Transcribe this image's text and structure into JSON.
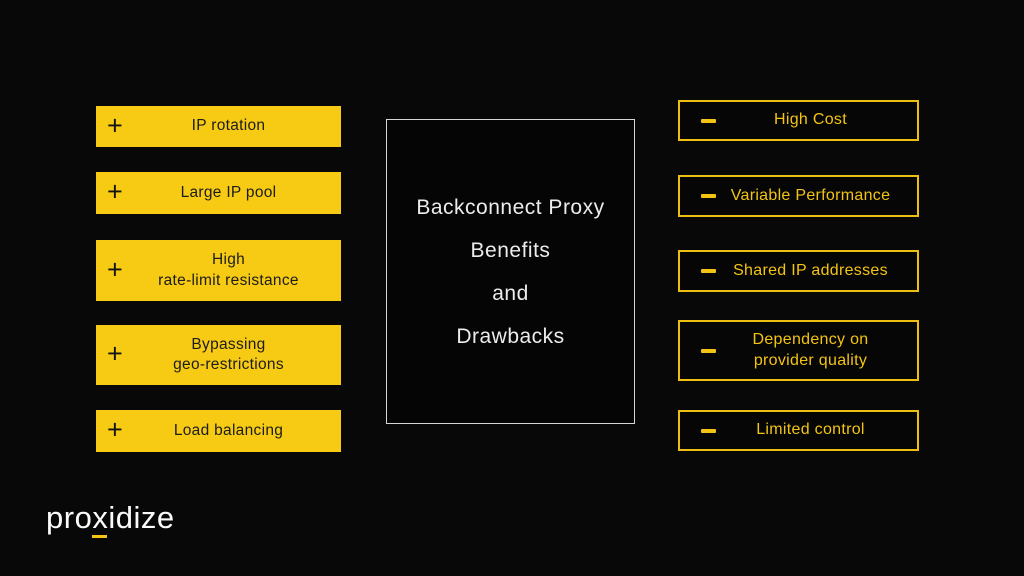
{
  "slide": {
    "background_color": "#080808",
    "brand_yellow": "#f7cb13",
    "title_text_color": "#ececec"
  },
  "title_box": {
    "lines": [
      "Backconnect Proxy",
      "Benefits",
      "and",
      "Drawbacks"
    ]
  },
  "icons": {
    "plus_glyph": "+",
    "minus_icon": "yellow-dash"
  },
  "benefits": [
    {
      "label": "IP rotation"
    },
    {
      "label": "Large IP pool"
    },
    {
      "label": "High\nrate-limit resistance"
    },
    {
      "label": "Bypassing\ngeo-restrictions"
    },
    {
      "label": "Load balancing"
    }
  ],
  "drawbacks": [
    {
      "label": "High Cost"
    },
    {
      "label": "Variable Performance"
    },
    {
      "label": "Shared IP addresses"
    },
    {
      "label": "Dependency on\nprovider quality"
    },
    {
      "label": "Limited control"
    }
  ],
  "logo": {
    "pre": "pro",
    "x": "x",
    "post": "idize"
  }
}
